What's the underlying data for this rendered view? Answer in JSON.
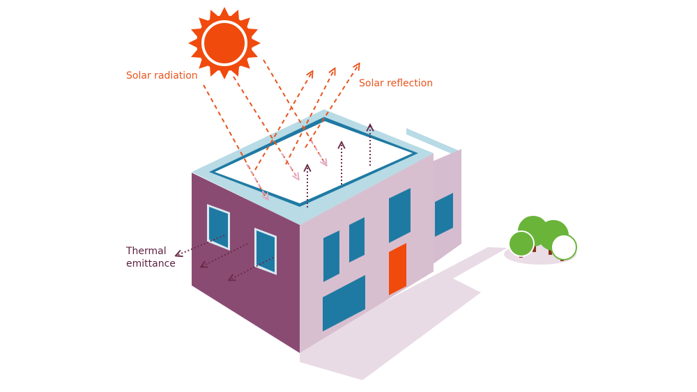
{
  "labels": {
    "solar_radiation": "Solar radiation",
    "solar_reflection": "Solar reflection",
    "thermal_line1": "Thermal",
    "thermal_line2": "emittance"
  },
  "colors": {
    "sun": "#f04a0d",
    "label_orange": "#e8541c",
    "label_purple": "#5a1f3e",
    "wall_left": "#8a4b73",
    "wall_right": "#d8bfcf",
    "parapet": "#b8dbe6",
    "roof": "#ffffff",
    "window": "#1f7aa3",
    "door": "#f04a0d",
    "shadow": "#e9dbe5",
    "tree": "#6ab43a"
  },
  "icons": [
    "sun-icon",
    "tree-icon"
  ]
}
